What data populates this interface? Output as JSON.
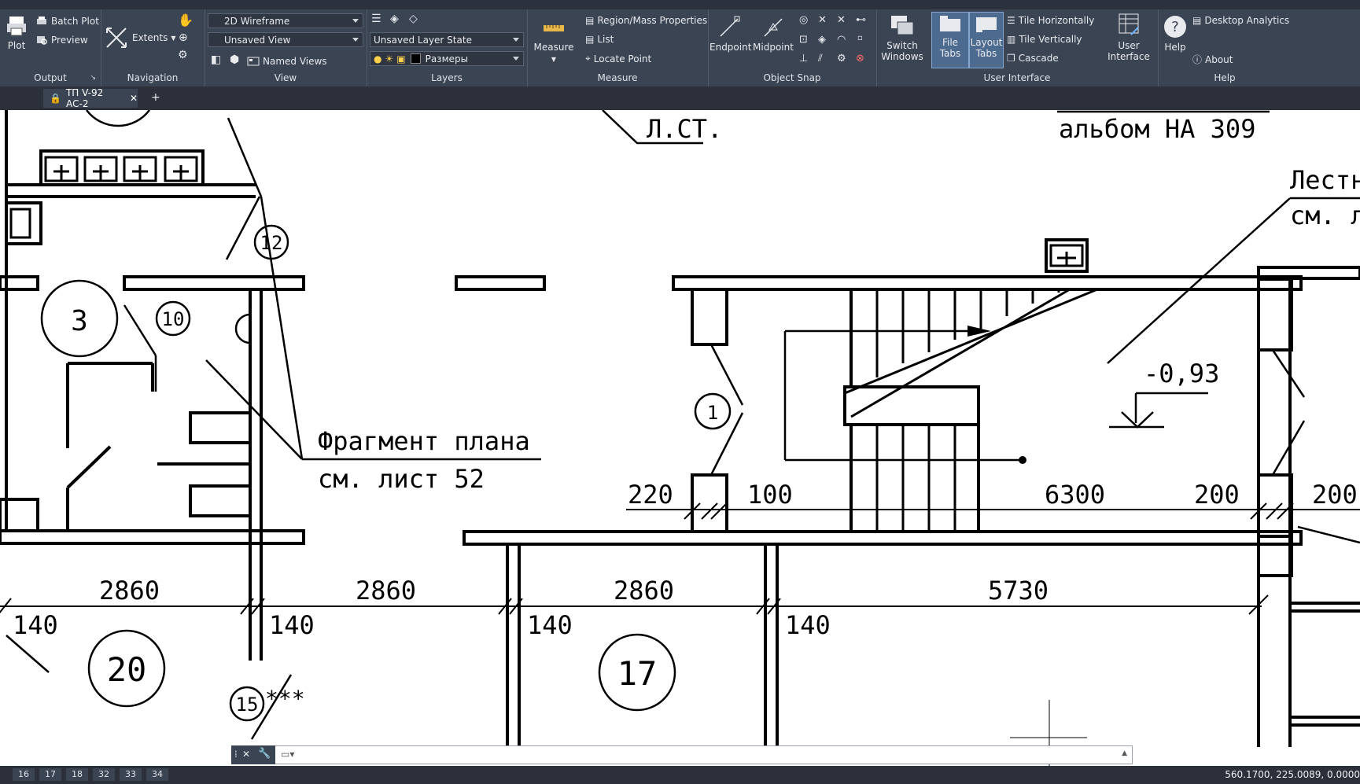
{
  "ribbon": {
    "output": {
      "title": "Output",
      "plot": "Plot",
      "batch_plot": "Batch Plot",
      "preview": "Preview"
    },
    "navigation": {
      "title": "Navigation",
      "extents": "Extents"
    },
    "view": {
      "title": "View",
      "visual_style": "2D Wireframe",
      "named_view": "Unsaved View",
      "named_views": "Named Views"
    },
    "layers": {
      "title": "Layers",
      "layer_state": "Unsaved Layer State",
      "current_layer": "Размеры"
    },
    "measure": {
      "title": "Measure",
      "measure": "Measure",
      "region_mass": "Region/Mass Properties",
      "list": "List",
      "locate_point": "Locate Point"
    },
    "object_snap": {
      "title": "Object Snap",
      "endpoint": "Endpoint",
      "midpoint": "Midpoint"
    },
    "user_interface": {
      "title": "User Interface",
      "switch_windows_1": "Switch",
      "switch_windows_2": "Windows",
      "file_tabs": "File Tabs",
      "layout_tabs_1": "Layout",
      "layout_tabs_2": "Tabs",
      "tile_h": "Tile Horizontally",
      "tile_v": "Tile Vertically",
      "cascade": "Cascade",
      "user_interface_1": "User",
      "user_interface_2": "Interface"
    },
    "help": {
      "title": "Help",
      "help": "Help",
      "desktop_analytics": "Desktop Analytics",
      "about": "About"
    }
  },
  "tabs": {
    "file_tab": "ТП V-92 АС-2",
    "new_tab": "+"
  },
  "drawing": {
    "labels": {
      "lst": "Л.СТ.",
      "album": "альбом НА 309",
      "lestn": "Лестн",
      "sm_li": "см. ли",
      "fragment_1": "Фрагмент плана",
      "fragment_2": "см. лист 52",
      "elevation": "-0,93",
      "asterisks": "***"
    },
    "circles": [
      "3",
      "10",
      "12",
      "1",
      "20",
      "17",
      "15"
    ],
    "dims_top": [
      "220",
      "100",
      "6300",
      "200",
      "200"
    ],
    "dims_bottom": [
      "2860",
      "2860",
      "2860",
      "5730"
    ],
    "dims_140": [
      "140",
      "140",
      "140",
      "140"
    ]
  },
  "status": {
    "layout_tabs": [
      "16",
      "17",
      "18",
      "32",
      "33",
      "34"
    ],
    "coordinates": "560.1700, 225.0089, 0.0000"
  }
}
